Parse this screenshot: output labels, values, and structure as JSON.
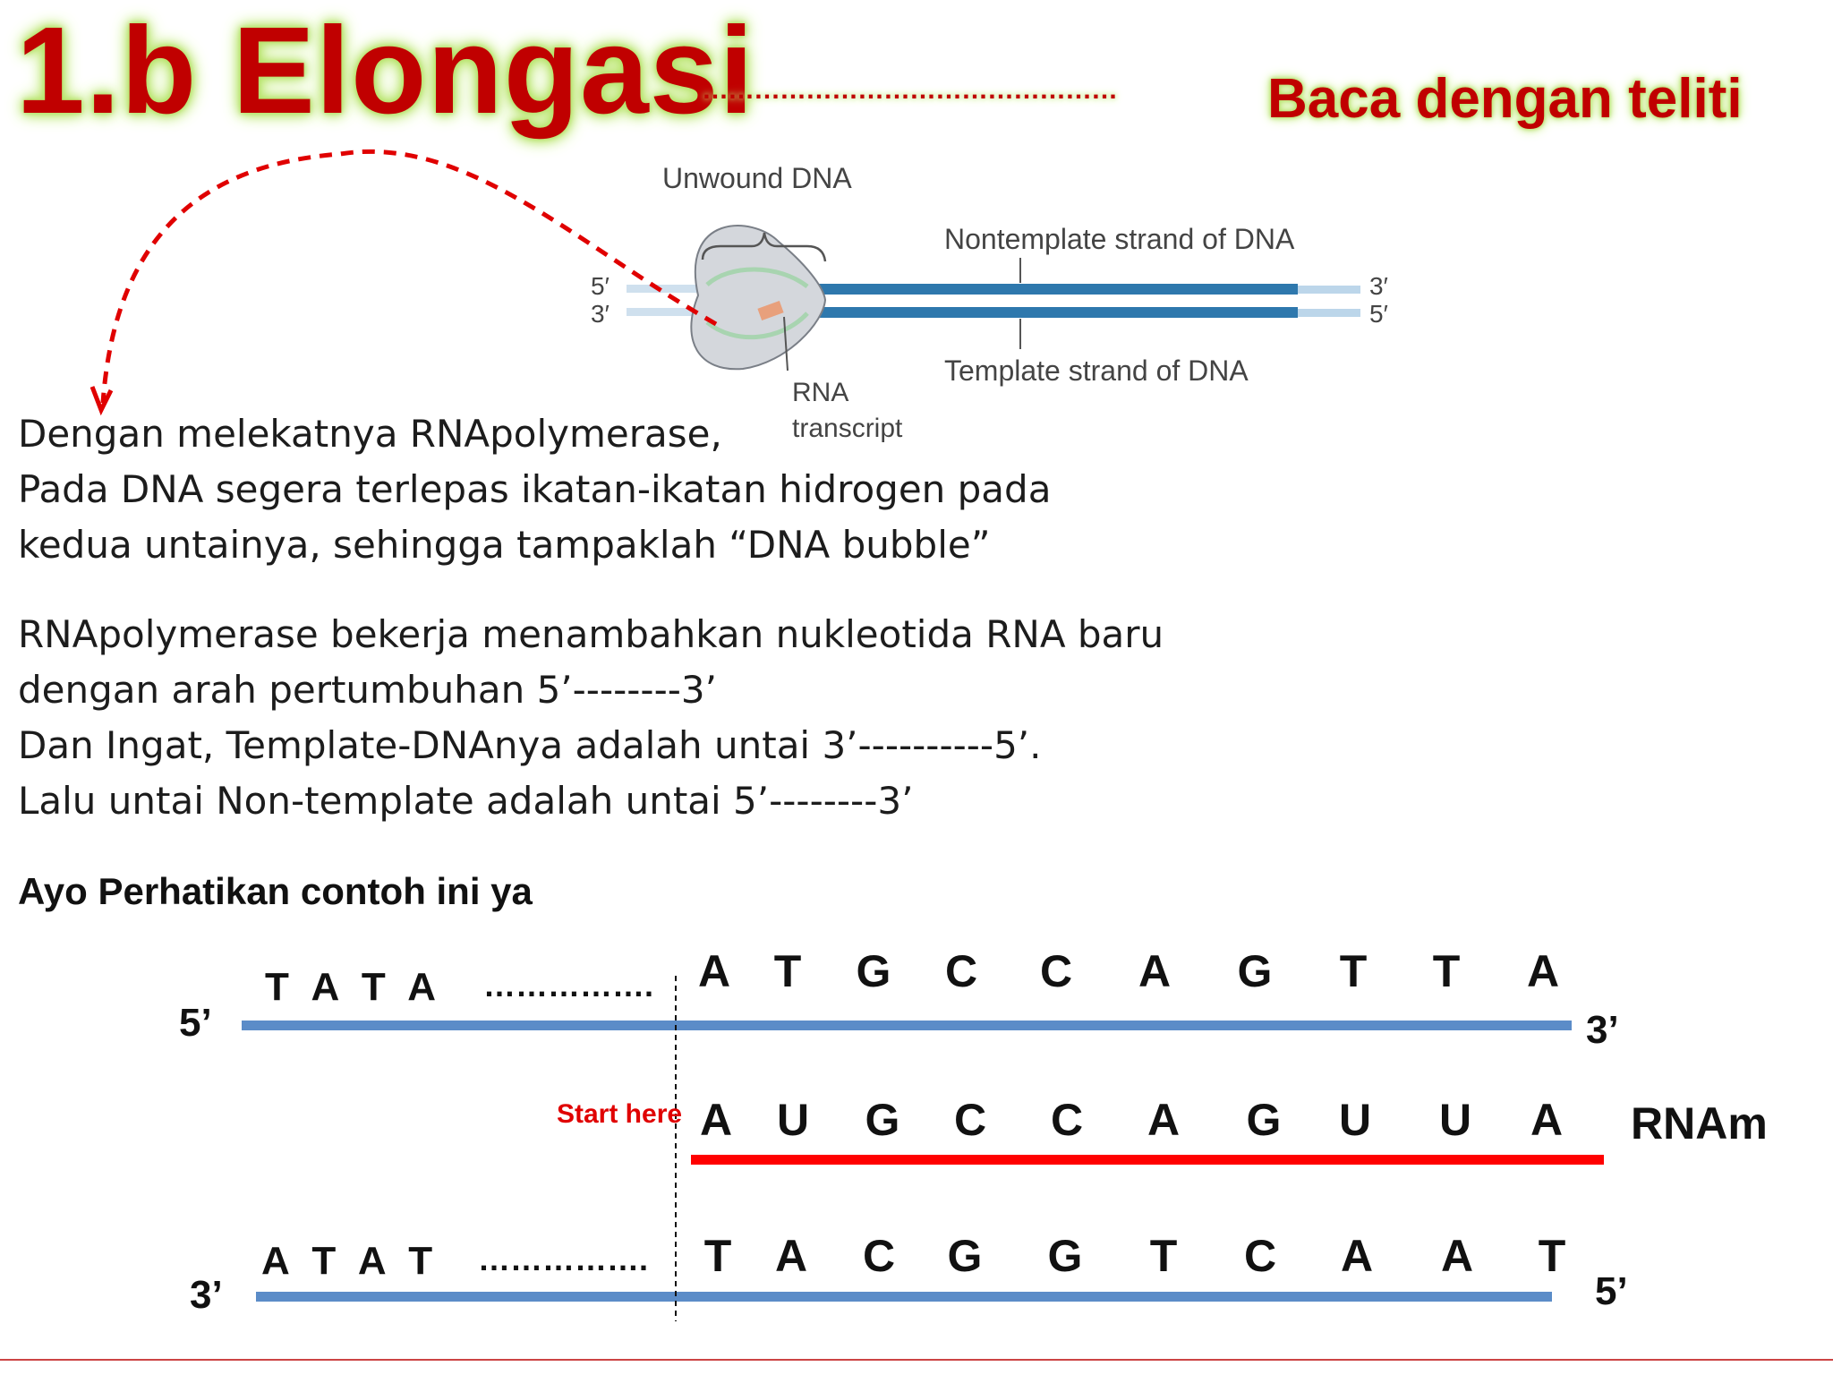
{
  "title": "1.b Elongasi",
  "title_dots": "…………………………………………",
  "subtitle": "Baca dengan teliti",
  "diagram": {
    "unwound_label": "Unwound DNA",
    "nontemplate_label": "Nontemplate strand of DNA",
    "template_label": "Template strand of DNA",
    "rna_label_1": "RNA",
    "rna_label_2": "transcript",
    "left_top_end": "5′",
    "left_bottom_end": "3′",
    "right_top_end": "3′",
    "right_bottom_end": "5′"
  },
  "paragraph1": [
    "Dengan melekatnya RNApolymerase,",
    "Pada DNA segera terlepas ikatan-ikatan hidrogen pada",
    "kedua untainya, sehingga tampaklah “DNA bubble”"
  ],
  "paragraph2": [
    "RNApolymerase bekerja menambahkan nukleotida RNA baru",
    "dengan arah pertumbuhan 5’--------3’",
    "Dan Ingat, Template-DNAnya adalah untai 3’----------5’.",
    "Lalu untai Non-template adalah untai 5’--------3’"
  ],
  "example_heading": "Ayo Perhatikan contoh ini ya",
  "top_strand": {
    "end_left": "5’",
    "end_right": "3’",
    "prefix": "T A T A",
    "dots": "…………….",
    "bases": [
      "A",
      "T",
      "G",
      "C",
      "C",
      "A",
      "G",
      "T",
      "T",
      "A"
    ]
  },
  "rna_strand": {
    "start_label": "Start here",
    "bases": [
      "A",
      "U",
      "G",
      "C",
      "C",
      "A",
      "G",
      "U",
      "U",
      "A"
    ],
    "label": "RNAm"
  },
  "bottom_strand": {
    "end_left": "3’",
    "end_right": "5’",
    "prefix": "A T A T",
    "dots": "…………….",
    "bases": [
      "T",
      "A",
      "C",
      "G",
      "G",
      "T",
      "C",
      "A",
      "A",
      "T"
    ]
  },
  "colors": {
    "title_red": "#c00000",
    "glow_green": "#b6e36a",
    "dna_blue": "#5b8cc8",
    "rna_red": "#ff0000",
    "arrow_red": "#e00000"
  }
}
